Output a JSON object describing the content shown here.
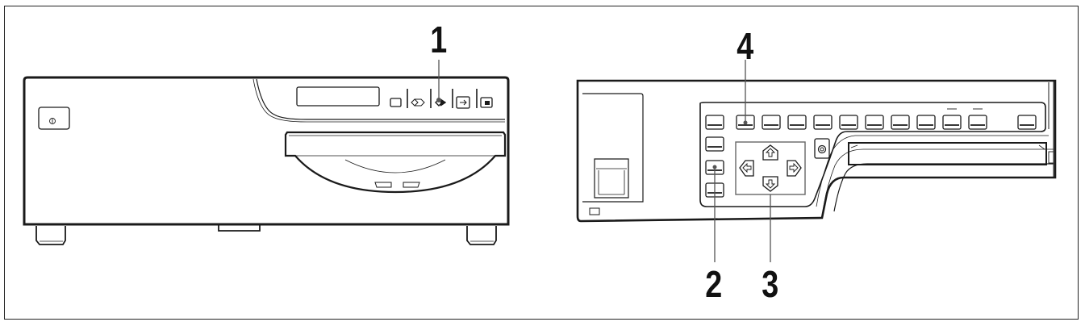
{
  "figure": {
    "title": "Printer front panel: location of controls",
    "views": [
      "front-view",
      "control-panel-detail"
    ]
  },
  "callouts": [
    {
      "label": "1",
      "target": "front-panel indicator button (second arrow icon)"
    },
    {
      "label": "2",
      "target": "left column button (third)"
    },
    {
      "label": "3",
      "target": "arrow keypad (up/down/left/right)"
    },
    {
      "label": "4",
      "target": "top row button (second)"
    }
  ],
  "front_view": {
    "indicator_icons": [
      "square-indicator",
      "double-arrow-icon",
      "diamond-arrow-icon",
      "input-arrow-icon",
      "picture-in-picture-icon"
    ],
    "power_icon": "power-icon"
  },
  "control_panel": {
    "top_row_button_count": 12,
    "left_column_button_count": 3,
    "arrow_keys": [
      "up",
      "left",
      "right",
      "down"
    ],
    "center_knob": "dial-icon"
  },
  "colors": {
    "line": "#1a1a1a",
    "leader": "#555555",
    "background": "#ffffff"
  }
}
